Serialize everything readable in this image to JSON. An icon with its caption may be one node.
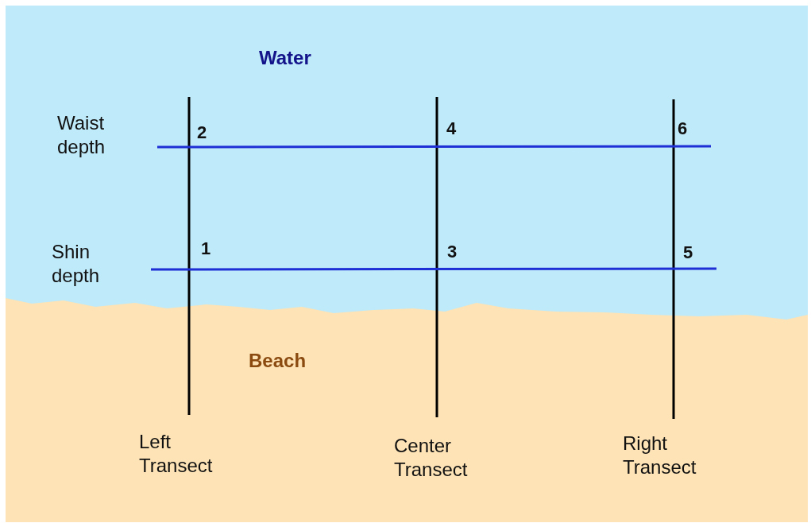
{
  "diagram": {
    "labels": [
      "Water",
      "Waist depth",
      "2",
      "4",
      "6",
      "Shin depth",
      "1",
      "3",
      "5",
      "Beach",
      "Left Transect",
      "Center Transect",
      "Right Transect"
    ]
  }
}
